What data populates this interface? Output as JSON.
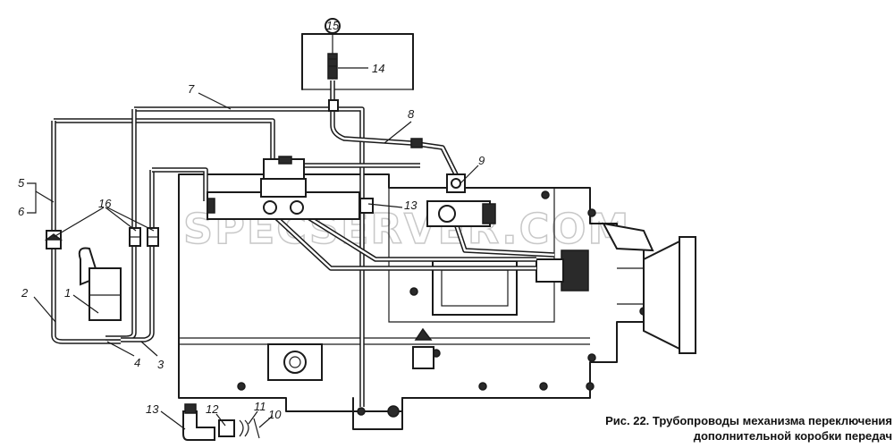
{
  "watermark": "SPECSERVER.COM",
  "caption": {
    "line1": "Рис. 22. Трубопроводы механизма переключения",
    "line2": "дополнительной коробки передач"
  },
  "callouts": {
    "c15": "15",
    "c14": "14",
    "c7": "7",
    "c8": "8",
    "c9": "9",
    "c5": "5",
    "c6": "6",
    "c16": "16",
    "c13_top": "13",
    "c1": "1",
    "c2": "2",
    "c4": "4",
    "c3": "3",
    "c13_bottom": "13",
    "c12": "12",
    "c11": "11",
    "c10": "10"
  }
}
